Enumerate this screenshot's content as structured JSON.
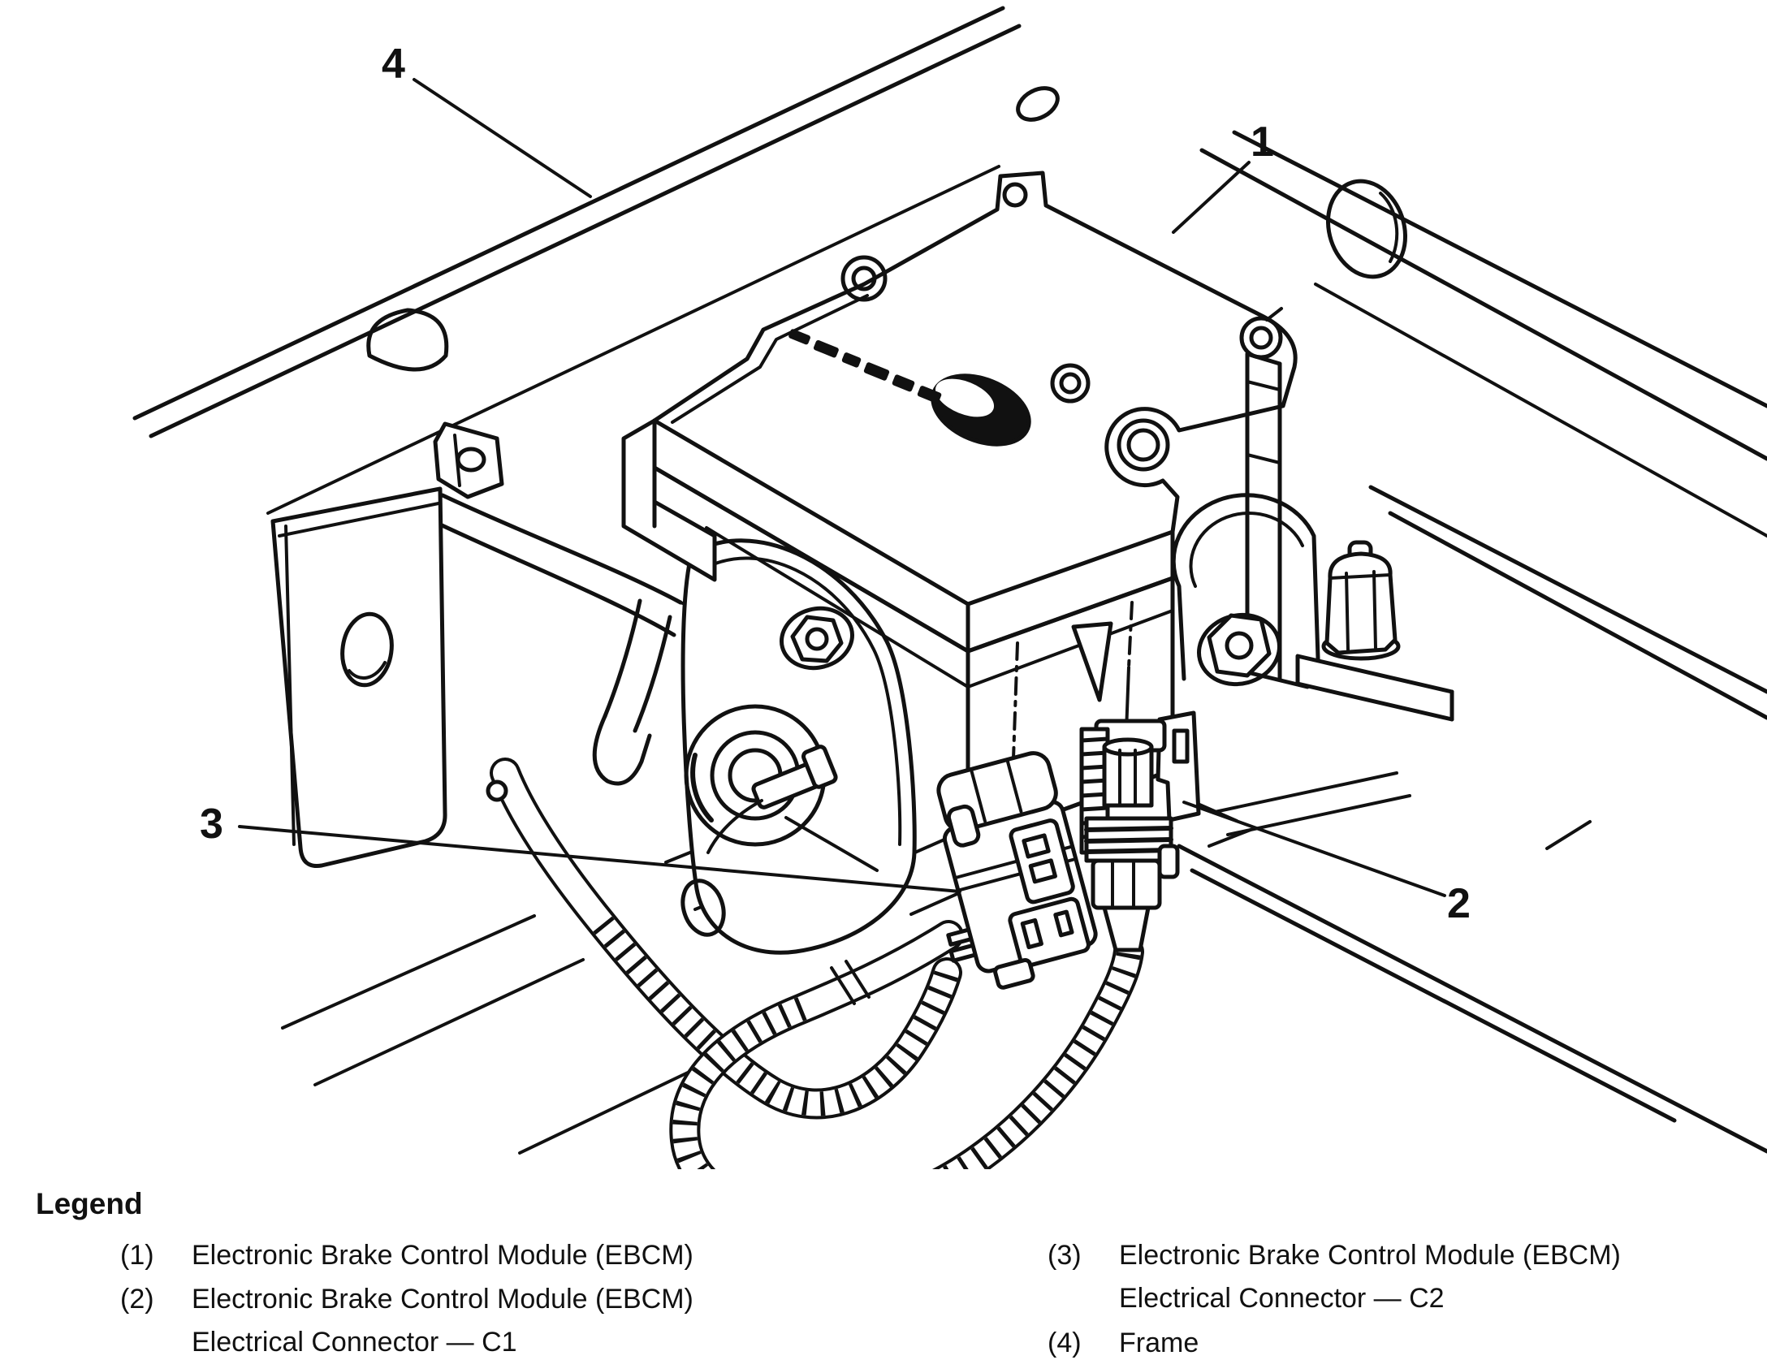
{
  "figure": {
    "callouts": [
      {
        "label": "1"
      },
      {
        "label": "2"
      },
      {
        "label": "3"
      },
      {
        "label": "4"
      }
    ]
  },
  "legend": {
    "title": "Legend",
    "columns": [
      {
        "items": [
          {
            "num": "(1)",
            "text": "Electronic Brake Control Module (EBCM)"
          },
          {
            "num": "(2)",
            "text": "Electronic Brake Control Module (EBCM) Electrical Connector — C1"
          }
        ]
      },
      {
        "items": [
          {
            "num": "(3)",
            "text": "Electronic Brake Control Module (EBCM) Electrical Connector — C2"
          },
          {
            "num": "(4)",
            "text": "Frame"
          }
        ]
      }
    ]
  },
  "colors": {
    "ink": "#111111",
    "background": "#ffffff"
  }
}
